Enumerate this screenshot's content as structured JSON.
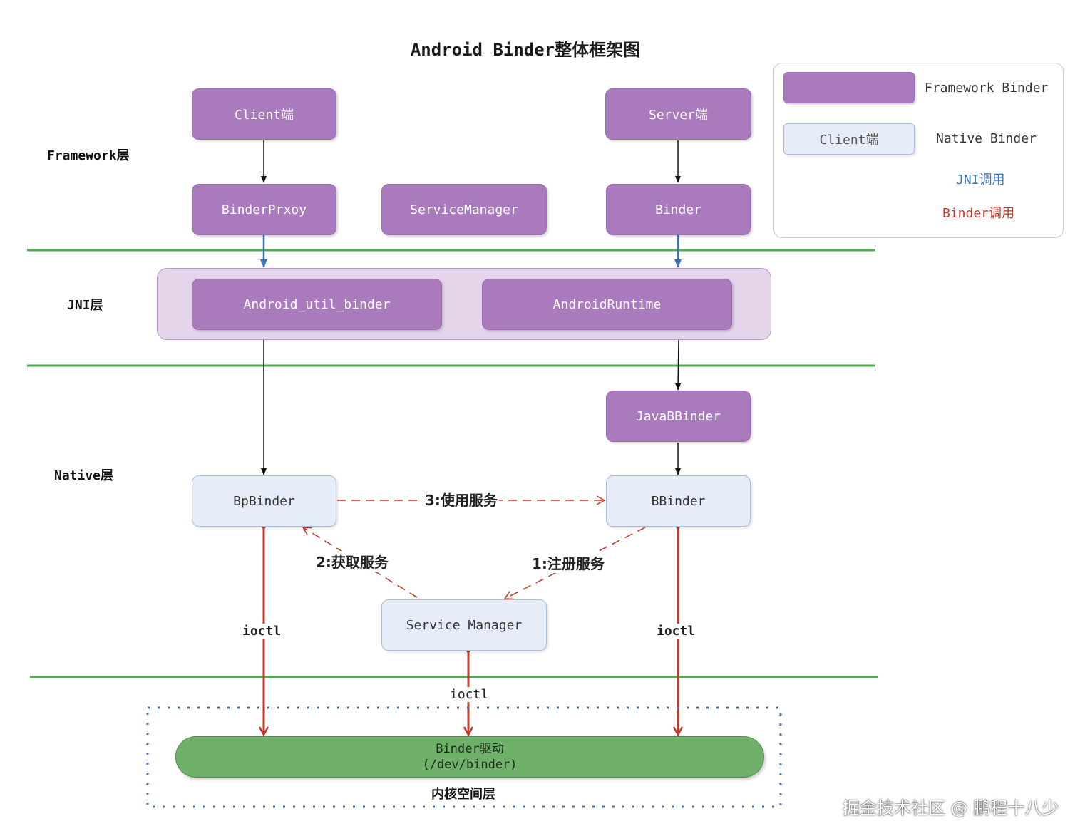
{
  "title": "Android Binder整体框架图",
  "layers": {
    "framework": "Framework层",
    "jni": "JNI层",
    "native": "Native层",
    "kernel": "内核空间层"
  },
  "framework_boxes": {
    "client": "Client端",
    "server": "Server端",
    "binder_proxy": "BinderPrxoy",
    "service_manager": "ServiceManager",
    "binder": "Binder"
  },
  "jni_boxes": {
    "android_util_binder": "Android_util_binder",
    "android_runtime": "AndroidRuntime"
  },
  "native_boxes": {
    "java_bbinder": "JavaBBinder",
    "bp_binder": "BpBinder",
    "b_binder": "BBinder",
    "service_manager": "Service Manager"
  },
  "edges": {
    "use_service": "3:使用服务",
    "get_service": "2:获取服务",
    "register_service": "1:注册服务",
    "ioctl_left": "ioctl",
    "ioctl_right": "ioctl",
    "ioctl_center": "ioctl"
  },
  "driver": {
    "line1": "Binder驱动",
    "line2": "(/dev/binder)"
  },
  "legend": {
    "framework_binder": "Framework Binder",
    "native_box_sample": "Client端",
    "native_binder": "Native Binder",
    "jni_call": "JNI调用",
    "binder_call": "Binder调用"
  },
  "colors": {
    "framework_purple": "#a97bbd",
    "native_light": "#e7edf8",
    "jni_blue": "#3d72b4",
    "binder_red": "#c0392b",
    "layer_line_green": "#4caf50",
    "driver_green": "#6fb06a"
  },
  "watermark": "掘金技术社区 @ 鹏程十八少"
}
